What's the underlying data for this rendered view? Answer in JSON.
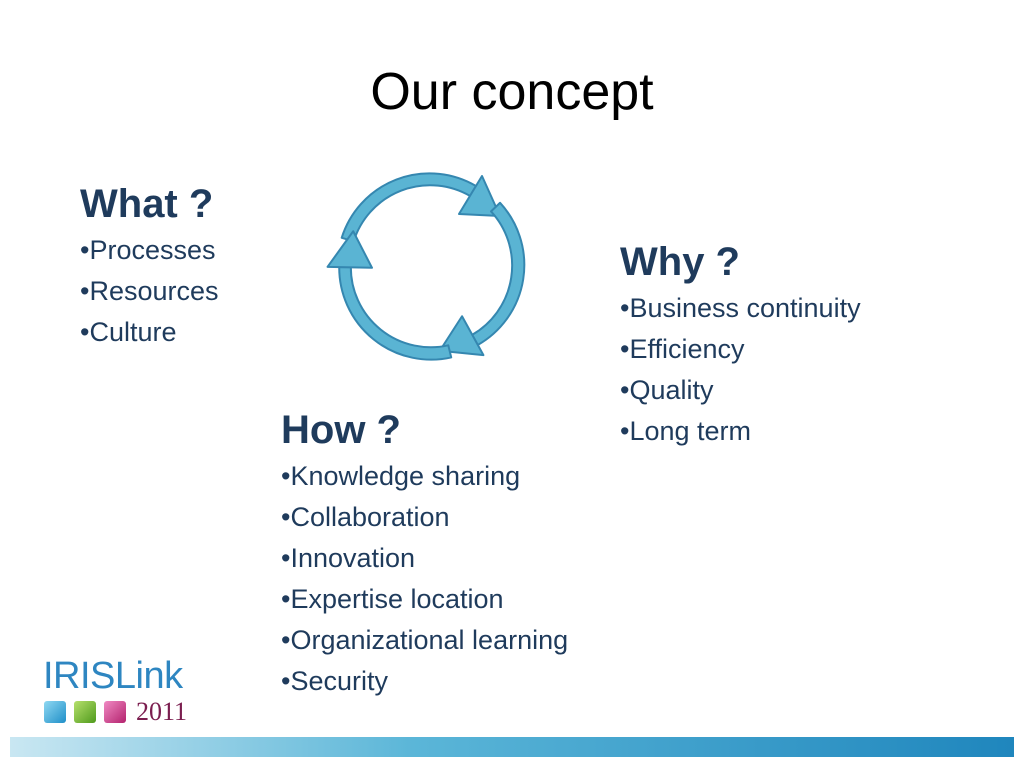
{
  "slide": {
    "title": "Our concept"
  },
  "what": {
    "heading": "What ?",
    "items": [
      "Processes",
      "Resources",
      "Culture"
    ]
  },
  "why": {
    "heading": "Why ?",
    "items": [
      "Business continuity",
      "Efficiency",
      "Quality",
      "Long term"
    ]
  },
  "how": {
    "heading": "How ?",
    "items": [
      "Knowledge sharing",
      "Collaboration",
      "Innovation",
      "Expertise location",
      "Organizational learning",
      "Security"
    ]
  },
  "logo": {
    "name": "IRISLink",
    "year": "2011"
  },
  "colors": {
    "heading": "#1f3b5c",
    "text": "#1f3b5c",
    "cycle_fill": "#5ab4d3",
    "cycle_stroke": "#3587b0",
    "footer_bar": "#1f86bd"
  },
  "icons": {
    "cycle": "circular-arrows-icon"
  }
}
